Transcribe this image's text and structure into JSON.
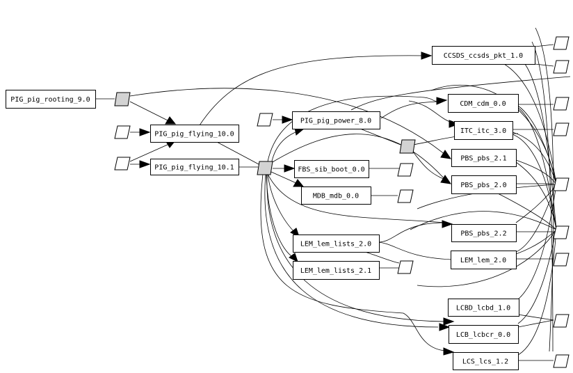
{
  "diagram": {
    "type": "dependency-graph",
    "colors": {
      "hub_fill": "#d3d3d3",
      "port_fill": "#ffffff",
      "node_fill": "#ffffff",
      "line": "#000000"
    },
    "nodes": [
      {
        "id": "pig_rooting",
        "label": "PIG_pig_rooting_9.0"
      },
      {
        "id": "pig_flying_100",
        "label": "PIG_pig_flying_10.0"
      },
      {
        "id": "pig_flying_101",
        "label": "PIG_pig_flying_10.1"
      },
      {
        "id": "pig_power",
        "label": "PIG_pig_power_8.0"
      },
      {
        "id": "fbs_sib_boot",
        "label": "FBS_sib_boot_0.0"
      },
      {
        "id": "mdb_mdb",
        "label": "MDB_mdb_0.0"
      },
      {
        "id": "lem_lists_20",
        "label": "LEM_lem_lists_2.0"
      },
      {
        "id": "lem_lists_21",
        "label": "LEM_lem_lists_2.1"
      },
      {
        "id": "ccsds",
        "label": "CCSDS_ccsds_pkt_1.0"
      },
      {
        "id": "cdm",
        "label": "CDM_cdm_0.0"
      },
      {
        "id": "itc",
        "label": "ITC_itc_3.0"
      },
      {
        "id": "pbs_21",
        "label": "PBS_pbs_2.1"
      },
      {
        "id": "pbs_20",
        "label": "PBS_pbs_2.0"
      },
      {
        "id": "pbs_22",
        "label": "PBS_pbs_2.2"
      },
      {
        "id": "lem_20",
        "label": "LEM_lem_2.0"
      },
      {
        "id": "lcbd",
        "label": "LCBD_lcbd_1.0"
      },
      {
        "id": "lcb",
        "label": "LCB_lcbcr_0.0"
      },
      {
        "id": "lcs",
        "label": "LCS_lcs_1.2"
      }
    ],
    "hubs": [
      {
        "id": "hub_rooting",
        "kind": "shared-interface"
      },
      {
        "id": "hub_main",
        "kind": "shared-interface"
      },
      {
        "id": "hub_power",
        "kind": "shared-interface"
      }
    ],
    "ports_count": 16
  }
}
